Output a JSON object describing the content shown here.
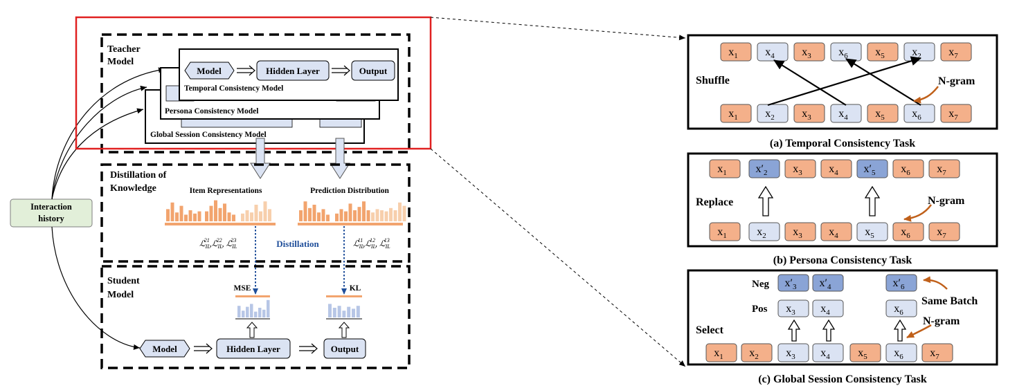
{
  "colors": {
    "orange_token": "#f4b08a",
    "light_token": "#dbe3f3",
    "dark_token": "#8aa4d6",
    "highlight_box": "#e02020",
    "bar_orange": "#f2a46e",
    "bar_orange_light": "#f7cfac",
    "bar_blue": "#b7c6e6",
    "arrow_brown": "#c0601a",
    "distill_blue": "#1f4e9a",
    "history_fill": "#e2efd9"
  },
  "left": {
    "interaction_history": [
      "Interaction",
      "history"
    ],
    "teacher_title": [
      "Teacher",
      "Model"
    ],
    "model_label": "Model",
    "hidden_layer_label": "Hidden Layer",
    "output_label": "Output",
    "temporal_model": "Temporal Consistency Model",
    "persona_model": "Persona Consistency Model",
    "global_model": "Global Session Consistency Model",
    "distill_title": [
      "Distillation of",
      "Knowledge"
    ],
    "item_repr": "Item Representations",
    "pred_dist": "Prediction Distribution",
    "distillation": "Distillation",
    "loss_left": [
      "ℒ",
      "IL",
      "21",
      ",ℒ",
      "IL",
      "22",
      ", ℒ",
      "IL",
      "23"
    ],
    "loss_right": [
      "ℒ",
      "IL",
      "11",
      ",ℒ",
      "IL",
      "12",
      ", ℒ",
      "IL",
      "13"
    ],
    "student_title": [
      "Student",
      "Model"
    ],
    "mse": "MSE",
    "kl": "KL",
    "bars_item_1": [
      0.55,
      0.85,
      0.4,
      0.7,
      0.3,
      0.5,
      0.35,
      0.45
    ],
    "bars_item_2": [
      0.45,
      0.7,
      0.95,
      0.6,
      0.8,
      0.4,
      0.3
    ],
    "bars_item_3": [
      0.35,
      0.5,
      0.4,
      0.75,
      0.45,
      0.9,
      0.55
    ],
    "bars_pred_1": [
      0.5,
      0.9,
      0.6,
      0.75,
      0.4,
      0.55,
      0.3
    ],
    "bars_pred_2": [
      0.35,
      0.55,
      0.45,
      0.8,
      0.5,
      0.65,
      0.9,
      0.5
    ],
    "bars_pred_3": [
      0.4,
      0.55,
      0.5,
      0.45,
      0.6,
      0.5,
      0.85,
      0.7
    ],
    "bars_student_mse": [
      0.6,
      0.35,
      0.55,
      0.7,
      0.3,
      0.5,
      0.4,
      0.9
    ],
    "bars_student_kl": [
      0.7,
      0.5,
      0.6,
      0.35,
      0.55,
      0.45,
      0.6
    ]
  },
  "right": {
    "task_a": {
      "caption": "(a) Temporal Consistency Task",
      "shuffle": "Shuffle",
      "ngram": "N-gram",
      "top": [
        [
          "x",
          "1",
          "o"
        ],
        [
          "x",
          "4",
          "l"
        ],
        [
          "x",
          "3",
          "o"
        ],
        [
          "x",
          "6",
          "l"
        ],
        [
          "x",
          "5",
          "o"
        ],
        [
          "x",
          "2",
          "l"
        ],
        [
          "x",
          "7",
          "o"
        ]
      ],
      "bottom": [
        [
          "x",
          "1",
          "o"
        ],
        [
          "x",
          "2",
          "l"
        ],
        [
          "x",
          "3",
          "o"
        ],
        [
          "x",
          "4",
          "l"
        ],
        [
          "x",
          "5",
          "o"
        ],
        [
          "x",
          "6",
          "l"
        ],
        [
          "x",
          "7",
          "o"
        ]
      ]
    },
    "task_b": {
      "caption": "(b) Persona Consistency Task",
      "replace": "Replace",
      "ngram": "N-gram",
      "top": [
        [
          "x",
          "1",
          "o"
        ],
        [
          "x′",
          "2",
          "d"
        ],
        [
          "x",
          "3",
          "o"
        ],
        [
          "x",
          "4",
          "o"
        ],
        [
          "x′",
          "5",
          "d"
        ],
        [
          "x",
          "6",
          "o"
        ],
        [
          "x",
          "7",
          "o"
        ]
      ],
      "bottom": [
        [
          "x",
          "1",
          "o"
        ],
        [
          "x",
          "2",
          "l"
        ],
        [
          "x",
          "3",
          "o"
        ],
        [
          "x",
          "4",
          "o"
        ],
        [
          "x",
          "5",
          "l"
        ],
        [
          "x",
          "6",
          "o"
        ],
        [
          "x",
          "7",
          "o"
        ]
      ]
    },
    "task_c": {
      "caption": "(c) Global Session Consistency Task",
      "neg": "Neg",
      "pos": "Pos",
      "select": "Select",
      "same_batch": "Same Batch",
      "ngram": "N-gram",
      "neg_tokens": [
        [
          "x′",
          "3",
          "d"
        ],
        [
          "x′",
          "4",
          "d"
        ],
        [
          "x′",
          "6",
          "d"
        ]
      ],
      "pos_tokens": [
        [
          "x",
          "3",
          "l"
        ],
        [
          "x",
          "4",
          "l"
        ],
        [
          "x",
          "6",
          "l"
        ]
      ],
      "bottom": [
        [
          "x",
          "1",
          "o"
        ],
        [
          "x",
          "2",
          "o"
        ],
        [
          "x",
          "3",
          "l"
        ],
        [
          "x",
          "4",
          "l"
        ],
        [
          "x",
          "5",
          "o"
        ],
        [
          "x",
          "6",
          "l"
        ],
        [
          "x",
          "7",
          "o"
        ]
      ]
    }
  }
}
